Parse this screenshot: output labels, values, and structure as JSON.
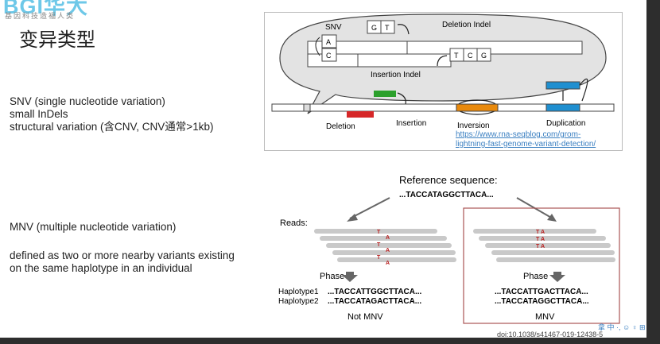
{
  "logo": {
    "text": "BGI华大",
    "subtitle": "基因科技造福人类"
  },
  "title": "变异类型",
  "left_text": {
    "lines_a": [
      "SNV (single nucleotide variation)",
      "small InDels",
      "structural variation (含CNV, CNV通常>1kb)"
    ],
    "lines_b": [
      "MNV (multiple nucleotide variation)"
    ],
    "lines_c": "defined as two or more nearby variants existing on the same haplotype in an individual"
  },
  "figure1": {
    "labels": {
      "snv": "SNV",
      "snv_a": "A",
      "snv_c": "C",
      "deletion_indel": "Deletion Indel",
      "del_g": "G",
      "del_t": "T",
      "insertion_indel": "Insertion Indel",
      "ins_t": "T",
      "ins_c": "C",
      "ins_g": "G",
      "deletion": "Deletion",
      "insertion": "Insertion",
      "inversion": "Inversion",
      "duplication": "Duplication"
    },
    "link_line1": "https://www.rna-seqblog.com/grom-",
    "link_line2": "lightning-fast-genome-variant-detection/",
    "colors": {
      "deletion": "#d62728",
      "insertion": "#2ca02c",
      "inversion": "#e8890c",
      "duplication": "#1f8fd0"
    }
  },
  "figure2": {
    "reference_label": "Reference sequence:",
    "reference_seq": "...TACCATAGGCTTACA...",
    "reads_label": "Reads:",
    "phase_label": "Phase",
    "haplotype1_label": "Haplotype1",
    "haplotype2_label": "Haplotype2",
    "left_hap1": "...TACCATTGGCTTACA...",
    "left_hap2": "...TACCATAGACTTACA...",
    "right_hap1": "...TACCATTGACTTACA...",
    "right_hap2": "...TACCATAGGCTTACA...",
    "left_caption": "Not MNV",
    "right_caption": "MNV",
    "read_bases_left": [
      "T",
      "A",
      "T",
      "A",
      "T",
      "A"
    ],
    "read_bases_right": [
      "T A",
      "T A",
      "T A"
    ],
    "doi": "doi:10.1038/s41467-019-12438-5"
  },
  "tray": "拿 中 ·, ☺ ♀ ⊞"
}
